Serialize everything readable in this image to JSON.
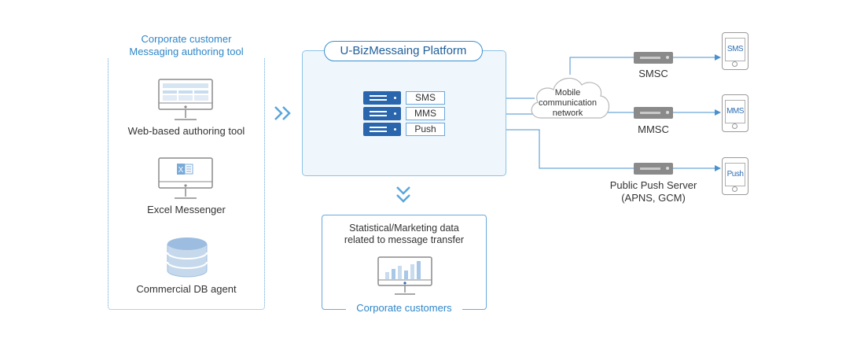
{
  "left_panel": {
    "title_line1": "Corporate customer",
    "title_line2": "Messaging authoring tool",
    "items": [
      {
        "label": "Web-based authoring tool",
        "icon": "monitor-icon"
      },
      {
        "label": "Excel Messenger",
        "icon": "excel-monitor-icon"
      },
      {
        "label": "Commercial DB agent",
        "icon": "database-icon"
      }
    ]
  },
  "platform": {
    "title": "U-BizMessaing Platform",
    "servers": [
      "SMS",
      "MMS",
      "Push"
    ]
  },
  "cloud": {
    "line1": "Mobile",
    "line2": "communication",
    "line3": "network"
  },
  "gateways": {
    "smsc": "SMSC",
    "mmsc": "MMSC",
    "push_line1": "Public Push Server",
    "push_line2": "(APNS, GCM)"
  },
  "devices": [
    "SMS",
    "MMS",
    "Push"
  ],
  "stats": {
    "title_line1": "Statistical/Marketing data",
    "title_line2": "related to message transfer",
    "footer": "Corporate customers"
  },
  "colors": {
    "accent": "#2f86c8",
    "server": "#2966ad",
    "gateway": "#8a8a8a"
  }
}
